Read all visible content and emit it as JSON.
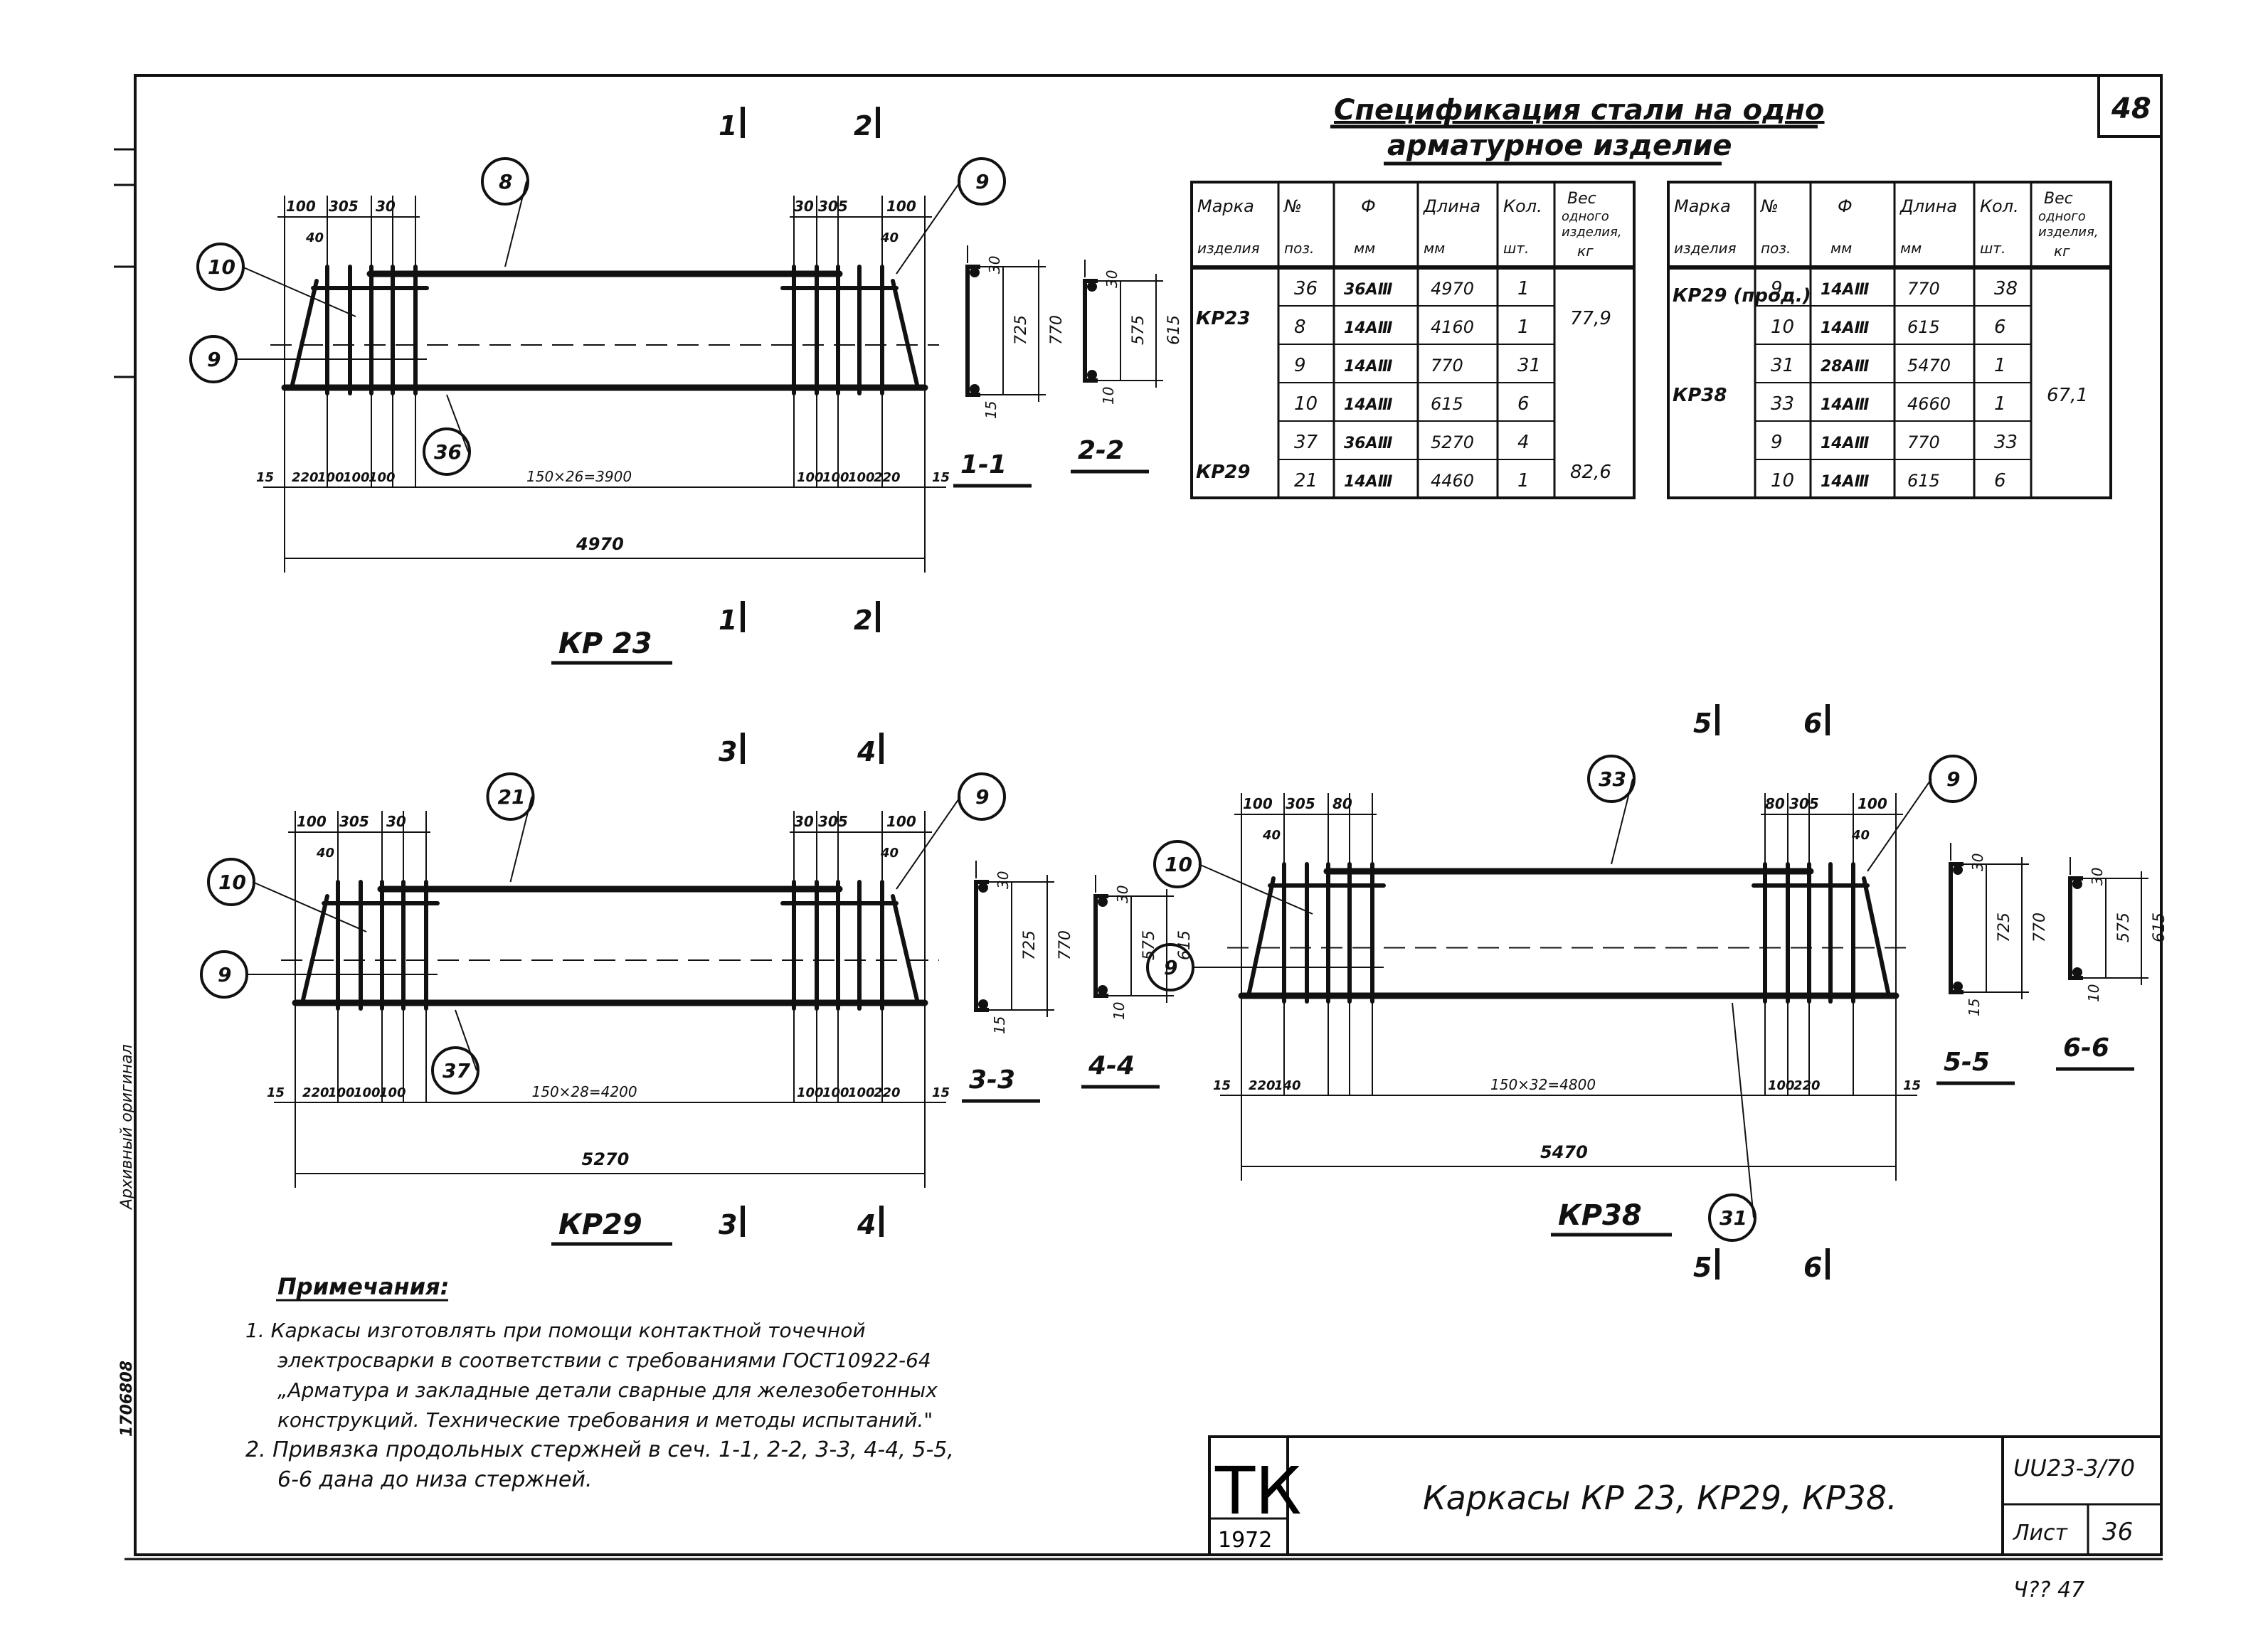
{
  "sheet": {
    "page_number": "48",
    "code": "UU23-3/70",
    "sheet_label": "Лист",
    "sheet_number": "36",
    "stamp_letters": "ТК",
    "stamp_year": "1972",
    "title": "Каркасы  КР 23,  КР29,  КР38.",
    "footer_mark": "Ч?? 47"
  },
  "spec": {
    "title_line1": "Спецификация  стали  на  одно",
    "title_line2": "арматурное   изделие",
    "headers": [
      "Марка изделия",
      "№ поз.",
      "Ф мм",
      "Длина мм",
      "Кол. шт.",
      "Вес одного изделия, кг"
    ],
    "left_rows": [
      {
        "mark": "КР23",
        "pos": "36",
        "dia": "36АⅢ",
        "len": "4970",
        "qty": "1",
        "weight": "77,9"
      },
      {
        "mark": "",
        "pos": "8",
        "dia": "14АⅢ",
        "len": "4160",
        "qty": "1",
        "weight": ""
      },
      {
        "mark": "",
        "pos": "9",
        "dia": "14АⅢ",
        "len": "770",
        "qty": "31",
        "weight": ""
      },
      {
        "mark": "",
        "pos": "10",
        "dia": "14АⅢ",
        "len": "615",
        "qty": "6",
        "weight": ""
      },
      {
        "mark": "КР29",
        "pos": "37",
        "dia": "36АⅢ",
        "len": "5270",
        "qty": "4",
        "weight": "82,6"
      },
      {
        "mark": "",
        "pos": "21",
        "dia": "14АⅢ",
        "len": "4460",
        "qty": "1",
        "weight": ""
      }
    ],
    "right_rows": [
      {
        "mark": "КР29 (прод.)",
        "pos": "9",
        "dia": "14АⅢ",
        "len": "770",
        "qty": "38",
        "weight": ""
      },
      {
        "mark": "",
        "pos": "10",
        "dia": "14АⅢ",
        "len": "615",
        "qty": "6",
        "weight": ""
      },
      {
        "mark": "КР38",
        "pos": "31",
        "dia": "28АⅢ",
        "len": "5470",
        "qty": "1",
        "weight": "67,1"
      },
      {
        "mark": "",
        "pos": "33",
        "dia": "14АⅢ",
        "len": "4660",
        "qty": "1",
        "weight": ""
      },
      {
        "mark": "",
        "pos": "9",
        "dia": "14АⅢ",
        "len": "770",
        "qty": "33",
        "weight": ""
      },
      {
        "mark": "",
        "pos": "10",
        "dia": "14АⅢ",
        "len": "615",
        "qty": "6",
        "weight": ""
      }
    ]
  },
  "frames": [
    {
      "label": "КР 23",
      "top_dims": [
        "100",
        "305",
        "30",
        "30",
        "305",
        "100"
      ],
      "bottom_dims": [
        "15",
        "220",
        "100",
        "100",
        "100",
        "150×26=3900",
        "100",
        "100",
        "100",
        "220",
        "15"
      ],
      "overall": "4970",
      "callouts": [
        "10",
        "9",
        "8",
        "9",
        "36"
      ],
      "small_dim": "40",
      "cuts": [
        "1",
        "2",
        "1",
        "2"
      ],
      "sections": [
        {
          "label": "1-1",
          "dims": [
            "30",
            "725",
            "770",
            "15"
          ]
        },
        {
          "label": "2-2",
          "dims": [
            "30",
            "575",
            "615",
            "10"
          ]
        }
      ]
    },
    {
      "label": "КР29",
      "top_dims": [
        "100",
        "305",
        "30",
        "30",
        "305",
        "100"
      ],
      "bottom_dims": [
        "15",
        "220",
        "100",
        "100",
        "100",
        "150×28=4200",
        "100",
        "100",
        "100",
        "220",
        "15"
      ],
      "overall": "5270",
      "callouts": [
        "10",
        "9",
        "21",
        "9",
        "37"
      ],
      "small_dim": "40",
      "cuts": [
        "3",
        "4",
        "3",
        "4"
      ],
      "sections": [
        {
          "label": "3-3",
          "dims": [
            "30",
            "725",
            "770",
            "15"
          ]
        },
        {
          "label": "4-4",
          "dims": [
            "30",
            "575",
            "615",
            "10"
          ]
        }
      ]
    },
    {
      "label": "КР38",
      "top_dims": [
        "100",
        "305",
        "80",
        "80",
        "305",
        "100"
      ],
      "bottom_dims": [
        "15",
        "220",
        "140",
        "150×32=4800",
        "100",
        "220",
        "15"
      ],
      "overall": "5470",
      "callouts": [
        "10",
        "9",
        "33",
        "9",
        "31"
      ],
      "small_dim": "40",
      "cuts": [
        "5",
        "6",
        "5",
        "6"
      ],
      "sections": [
        {
          "label": "5-5",
          "dims": [
            "30",
            "725",
            "770",
            "15"
          ]
        },
        {
          "label": "6-6",
          "dims": [
            "30",
            "575",
            "615",
            "10"
          ]
        }
      ]
    }
  ],
  "notes": {
    "heading": "Примечания:",
    "lines": [
      "1.  Каркасы  изготовлять  при  помощи  контактной  точечной",
      "электросварки  в  соответствии  с  требованиями  ГОСТ10922-64",
      "„Арматура  и  закладные  детали  сварные  для  железобетонных",
      "конструкций. Технические  требования  и  методы  испытаний.\"",
      "2.  Привязка  продольных  стержней  в  сеч. 1-1, 2-2, 3-3, 4-4, 5-5,",
      "6-6  дана  до  низа  стержней."
    ]
  },
  "margin": {
    "left_note": "1706808",
    "archive_text": "Архивный оригинал"
  }
}
